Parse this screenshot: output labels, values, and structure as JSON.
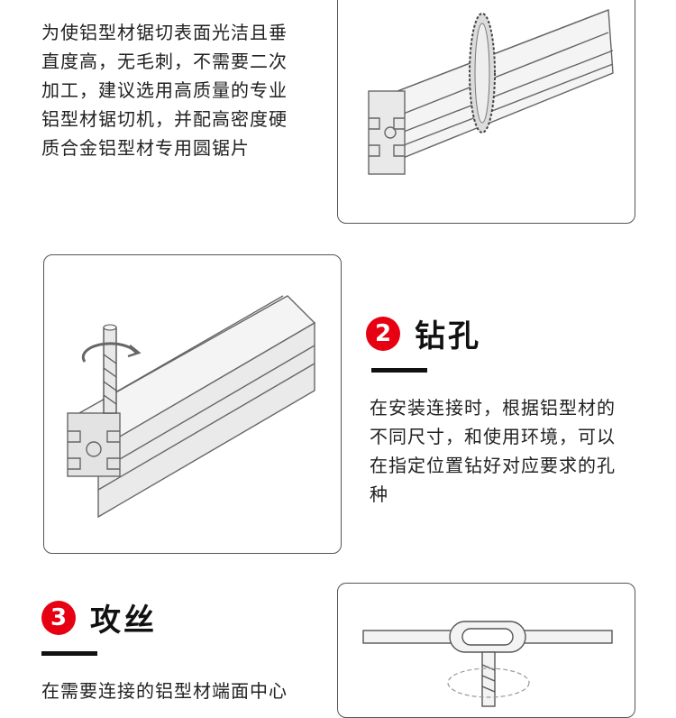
{
  "section_cut": {
    "description_lines": [
      "为使铝型材锯切表面光洁且垂",
      "直度高，无毛刺，不需要二次",
      "加工，建议选用高质量的专业",
      "铝型材锯切机，并配高密度硬",
      "质合金铝型材专用圆锯片"
    ]
  },
  "section_drill": {
    "number": "2",
    "title": "钻孔",
    "description_lines": [
      "在安装连接时，根据铝型材的",
      "不同尺寸，和使用环境，可以",
      "在指定位置钻好对应要求的孔",
      "种"
    ]
  },
  "section_tap": {
    "number": "3",
    "title": "攻丝",
    "description_lines": [
      "在需要连接的铝型材端面中心"
    ]
  },
  "colors": {
    "accent": "#e60012",
    "text": "#222222",
    "frame_border": "#555555"
  }
}
